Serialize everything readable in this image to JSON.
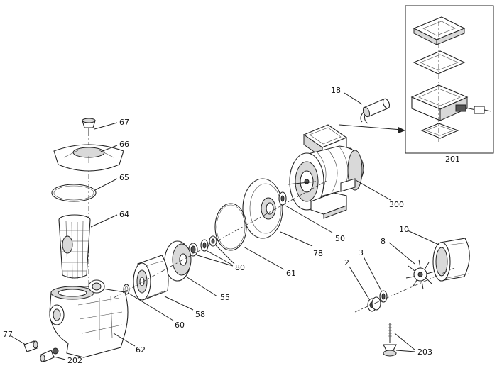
{
  "labels": {
    "p67": "67",
    "p66": "66",
    "p65": "65",
    "p64": "64",
    "p62": "62",
    "p77": "77",
    "p202": "202",
    "p60": "60",
    "p58": "58",
    "p55": "55",
    "p80": "80",
    "p61": "61",
    "p78": "78",
    "p50": "50",
    "p300": "300",
    "p18": "18",
    "p201": "201",
    "p10": "10",
    "p8": "8",
    "p3": "3",
    "p2": "2",
    "p203": "203"
  }
}
